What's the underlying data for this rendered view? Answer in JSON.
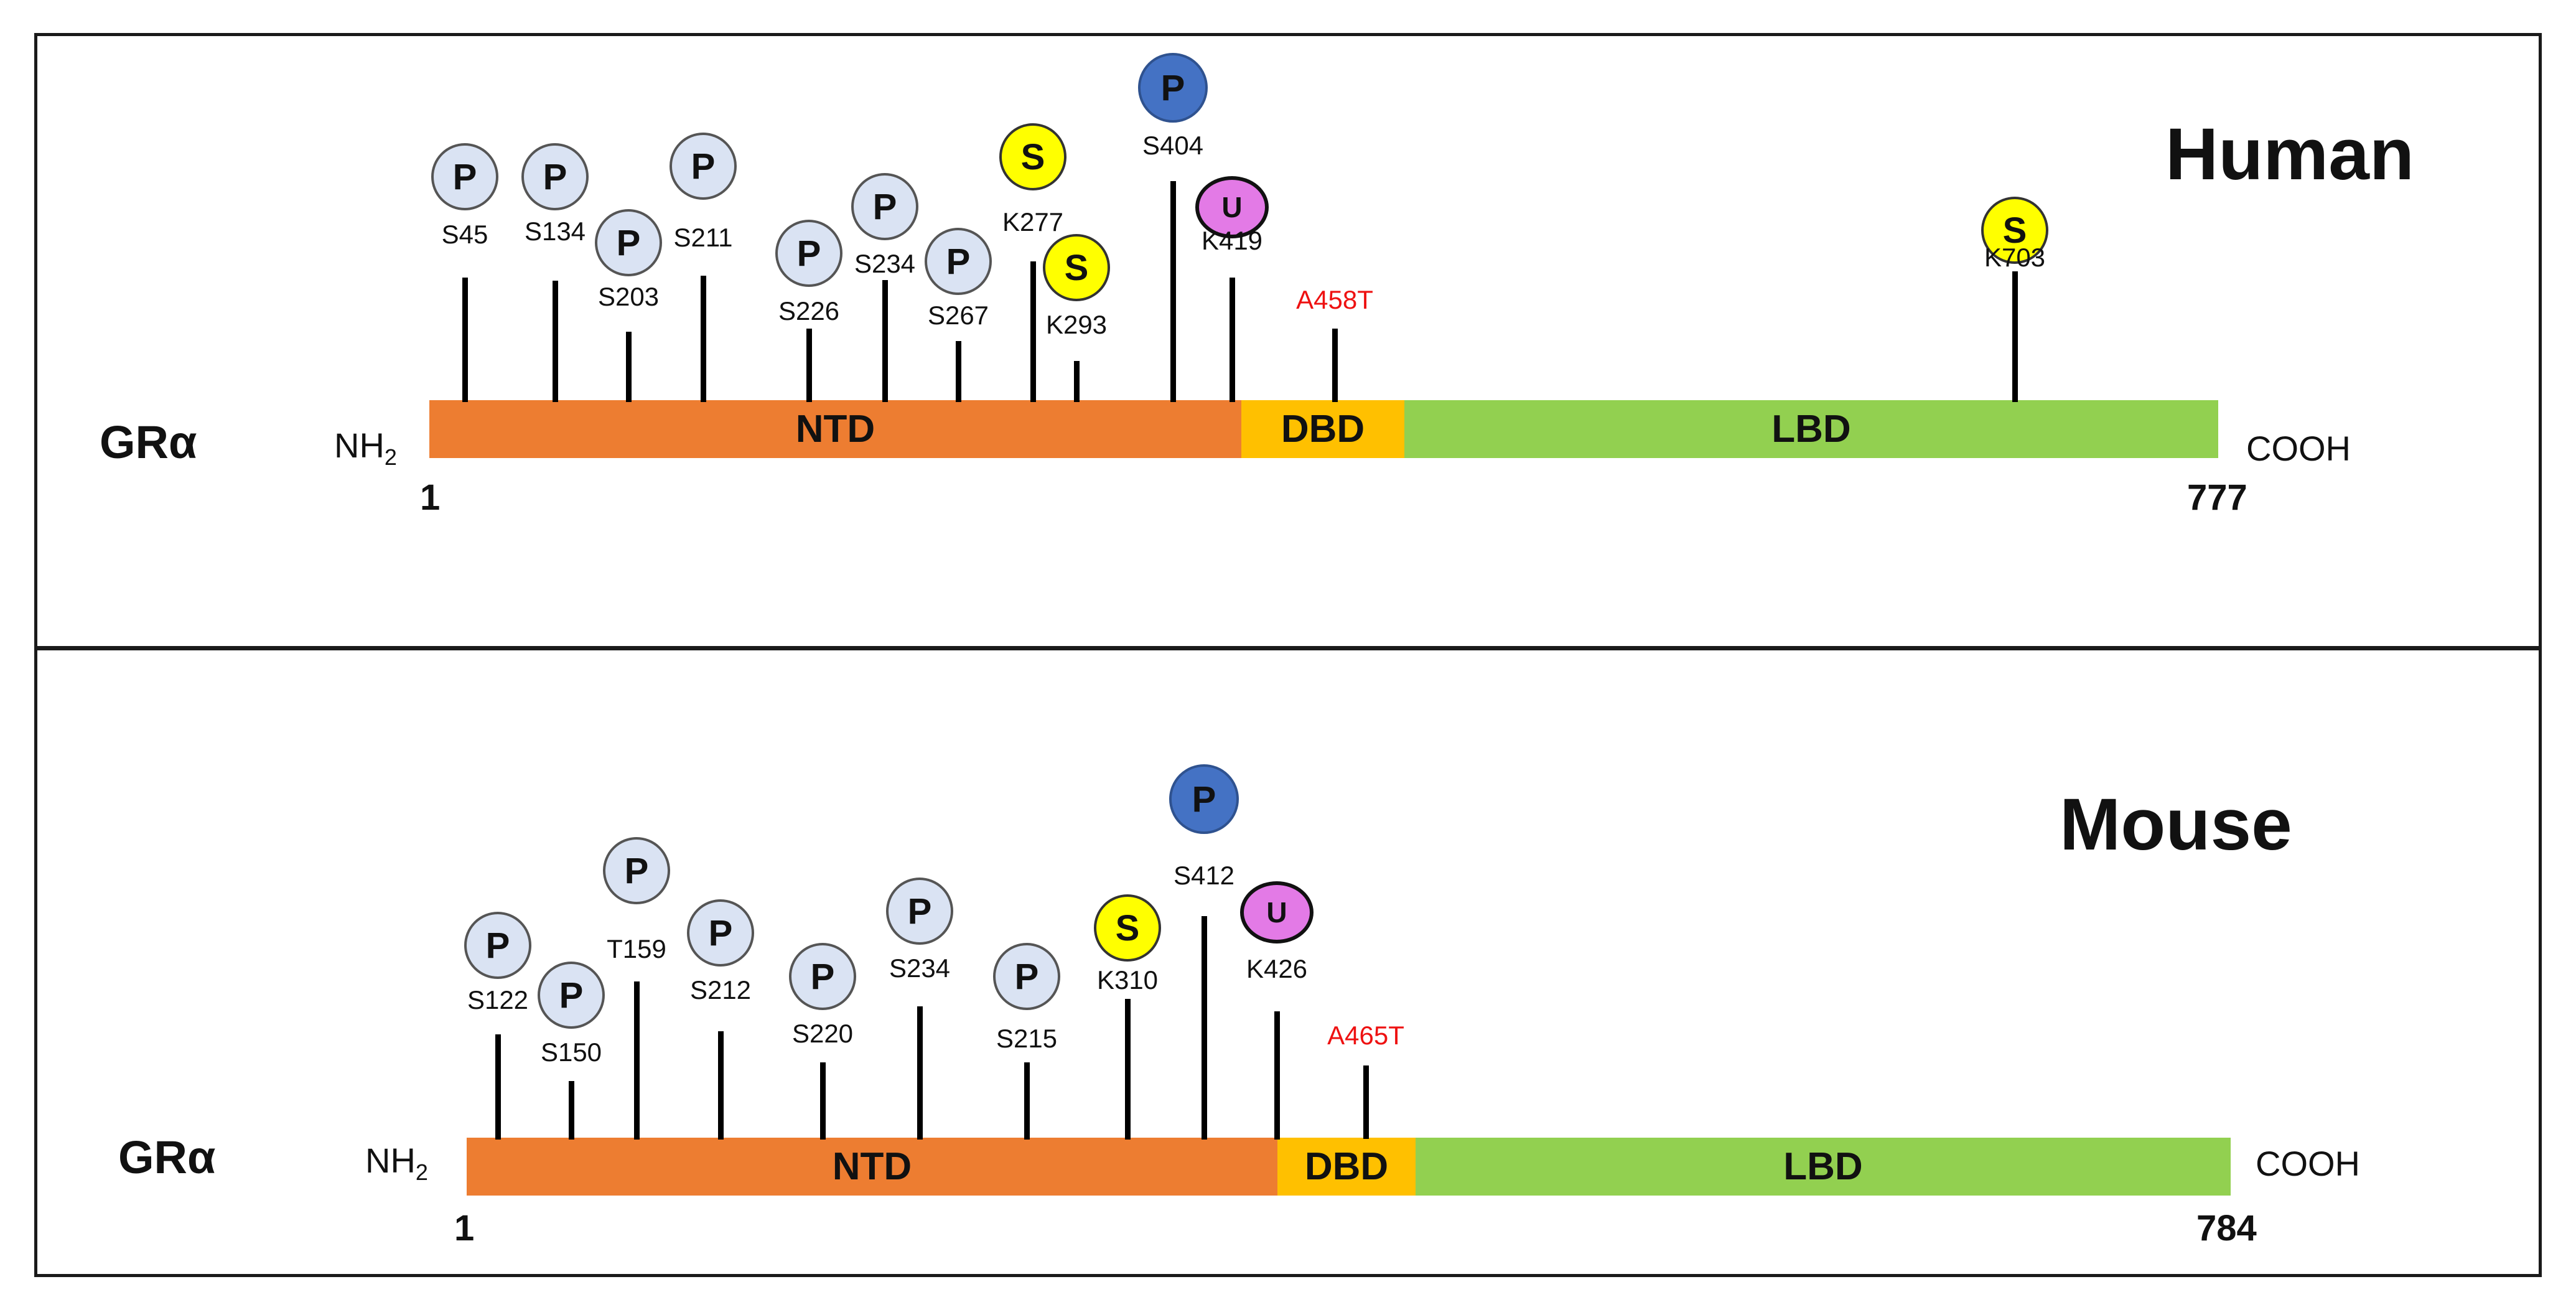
{
  "colors": {
    "ntd": "#ed7d31",
    "dbd": "#ffc000",
    "lbd": "#92d050",
    "phospho": "#dae3f3",
    "phospho_highlight": "#4472c4",
    "sumo": "#ffff00",
    "ubiquitin": "#e37ae6",
    "mutation": "#ee1111"
  },
  "human": {
    "species": "Human",
    "protein": "GRα",
    "n_terminus": "NH",
    "n_terminus_sub": "2",
    "c_terminus": "COOH",
    "start": "1",
    "end": "777",
    "domains": [
      {
        "name": "NTD",
        "color_key": "ntd"
      },
      {
        "name": "DBD",
        "color_key": "dbd"
      },
      {
        "name": "LBD",
        "color_key": "lbd"
      }
    ],
    "sites": [
      {
        "site": "S45",
        "mod": "P",
        "type": "phospho"
      },
      {
        "site": "S134",
        "mod": "P",
        "type": "phospho"
      },
      {
        "site": "S203",
        "mod": "P",
        "type": "phospho"
      },
      {
        "site": "S211",
        "mod": "P",
        "type": "phospho"
      },
      {
        "site": "S226",
        "mod": "P",
        "type": "phospho"
      },
      {
        "site": "S234",
        "mod": "P",
        "type": "phospho"
      },
      {
        "site": "S267",
        "mod": "P",
        "type": "phospho"
      },
      {
        "site": "K277",
        "mod": "S",
        "type": "sumo"
      },
      {
        "site": "K293",
        "mod": "S",
        "type": "sumo"
      },
      {
        "site": "S404",
        "mod": "P",
        "type": "phospho_highlight"
      },
      {
        "site": "K419",
        "mod": "U",
        "type": "ubiquitin"
      },
      {
        "site": "K703",
        "mod": "S",
        "type": "sumo"
      }
    ],
    "mutation": "A458T"
  },
  "mouse": {
    "species": "Mouse",
    "protein": "GRα",
    "n_terminus": "NH",
    "n_terminus_sub": "2",
    "c_terminus": "COOH",
    "start": "1",
    "end": "784",
    "domains": [
      {
        "name": "NTD",
        "color_key": "ntd"
      },
      {
        "name": "DBD",
        "color_key": "dbd"
      },
      {
        "name": "LBD",
        "color_key": "lbd"
      }
    ],
    "sites": [
      {
        "site": "S122",
        "mod": "P",
        "type": "phospho"
      },
      {
        "site": "S150",
        "mod": "P",
        "type": "phospho"
      },
      {
        "site": "T159",
        "mod": "P",
        "type": "phospho"
      },
      {
        "site": "S212",
        "mod": "P",
        "type": "phospho"
      },
      {
        "site": "S220",
        "mod": "P",
        "type": "phospho"
      },
      {
        "site": "S234",
        "mod": "P",
        "type": "phospho"
      },
      {
        "site": "S215",
        "mod": "P",
        "type": "phospho"
      },
      {
        "site": "K310",
        "mod": "S",
        "type": "sumo"
      },
      {
        "site": "S412",
        "mod": "P",
        "type": "phospho_highlight"
      },
      {
        "site": "K426",
        "mod": "U",
        "type": "ubiquitin"
      }
    ],
    "mutation": "A465T"
  }
}
